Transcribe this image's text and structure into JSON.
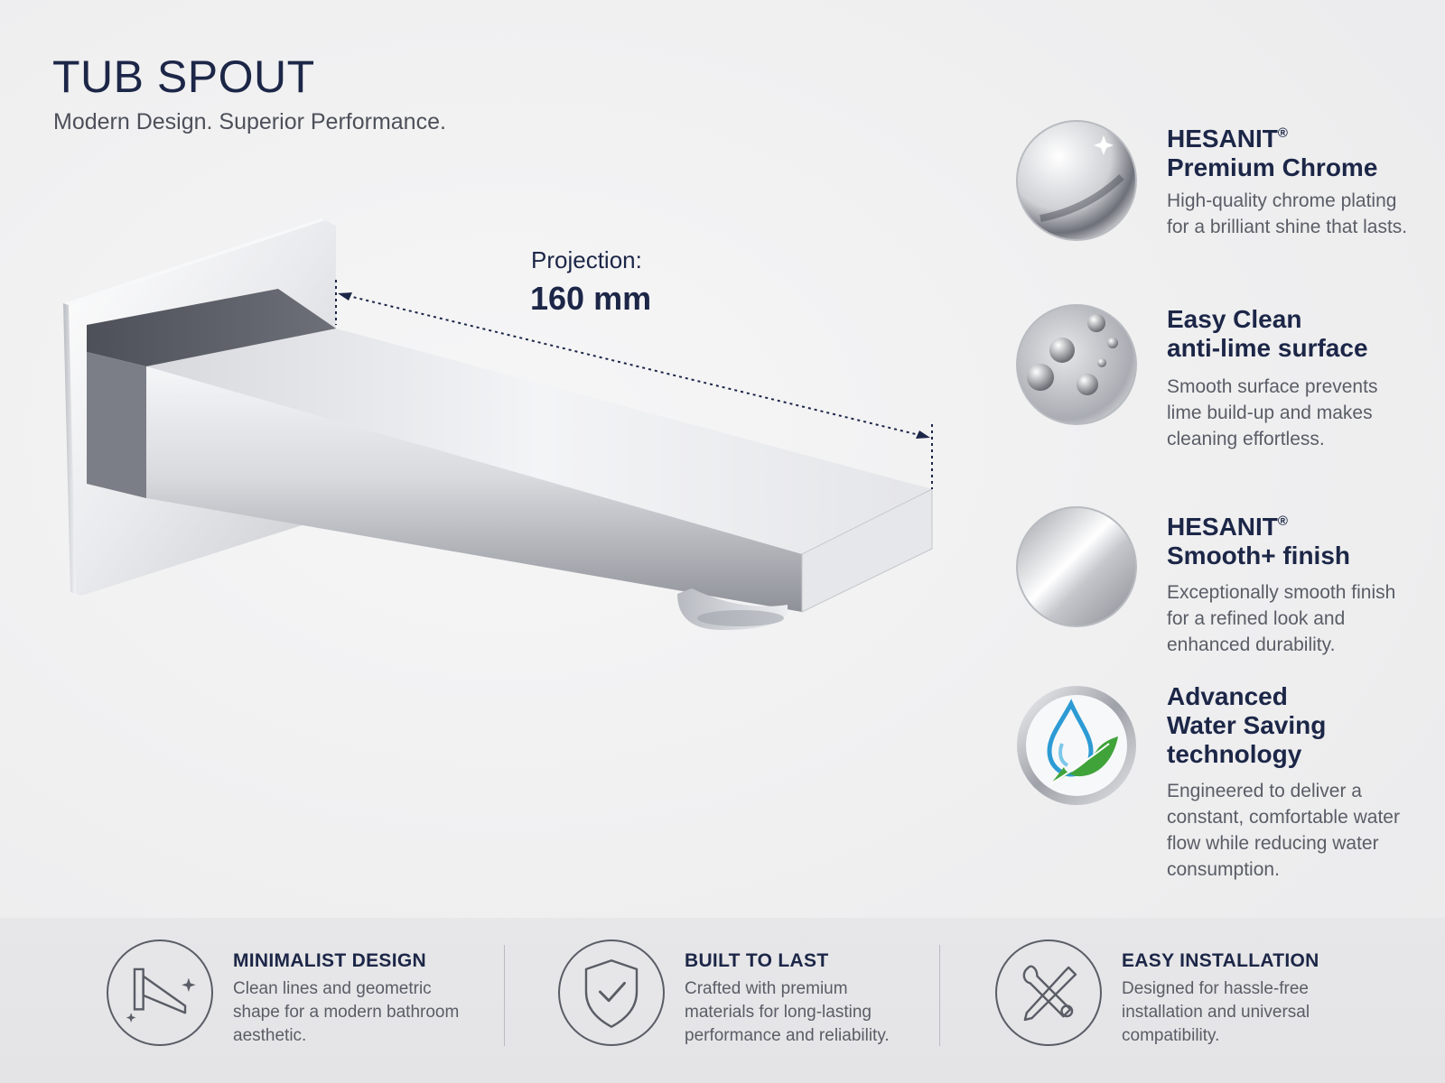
{
  "header": {
    "title": "TUB SPOUT",
    "subtitle": "Modern Design. Superior Performance."
  },
  "projection": {
    "label": "Projection:",
    "value": "160 mm"
  },
  "features": [
    {
      "title_line1": "HESANIT",
      "title_sup": "®",
      "title_line2": "Premium Chrome",
      "description": "High-quality chrome plating for a brilliant shine that lasts.",
      "icon": "chrome-sphere-icon"
    },
    {
      "title_line1": "Easy Clean",
      "title_sup": "",
      "title_line2": "anti-lime surface",
      "description": "Smooth surface prevents lime build-up and makes cleaning effortless.",
      "icon": "water-droplets-icon"
    },
    {
      "title_line1": "HESANIT",
      "title_sup": "®",
      "title_line2": "Smooth+ finish",
      "description": "Exceptionally smooth finish for a refined look and enhanced durability.",
      "icon": "smooth-sphere-icon"
    },
    {
      "title_line1": "Advanced",
      "title_sup": "",
      "title_line2": "Water Saving",
      "title_line3": "technology",
      "description": "Engineered to deliver a constant, comfortable water flow while reducing water consumption.",
      "icon": "water-leaf-icon"
    }
  ],
  "benefits": [
    {
      "title": "MINIMALIST DESIGN",
      "description": "Clean lines and geometric shape for a modern bathroom aesthetic.",
      "icon": "spout-sparkle-icon"
    },
    {
      "title": "BUILT TO LAST",
      "description": "Crafted with premium materials for long-lasting performance and reliability.",
      "icon": "shield-check-icon"
    },
    {
      "title": "EASY INSTALLATION",
      "description": "Designed for hassle-free installation and universal compatibility.",
      "icon": "wrench-screwdriver-icon"
    }
  ],
  "colors": {
    "navy": "#1c2647",
    "body_text": "#5a5d66",
    "background": "#efeff0",
    "leaf_green": "#3fa33a",
    "drop_blue": "#2c9bd4"
  }
}
